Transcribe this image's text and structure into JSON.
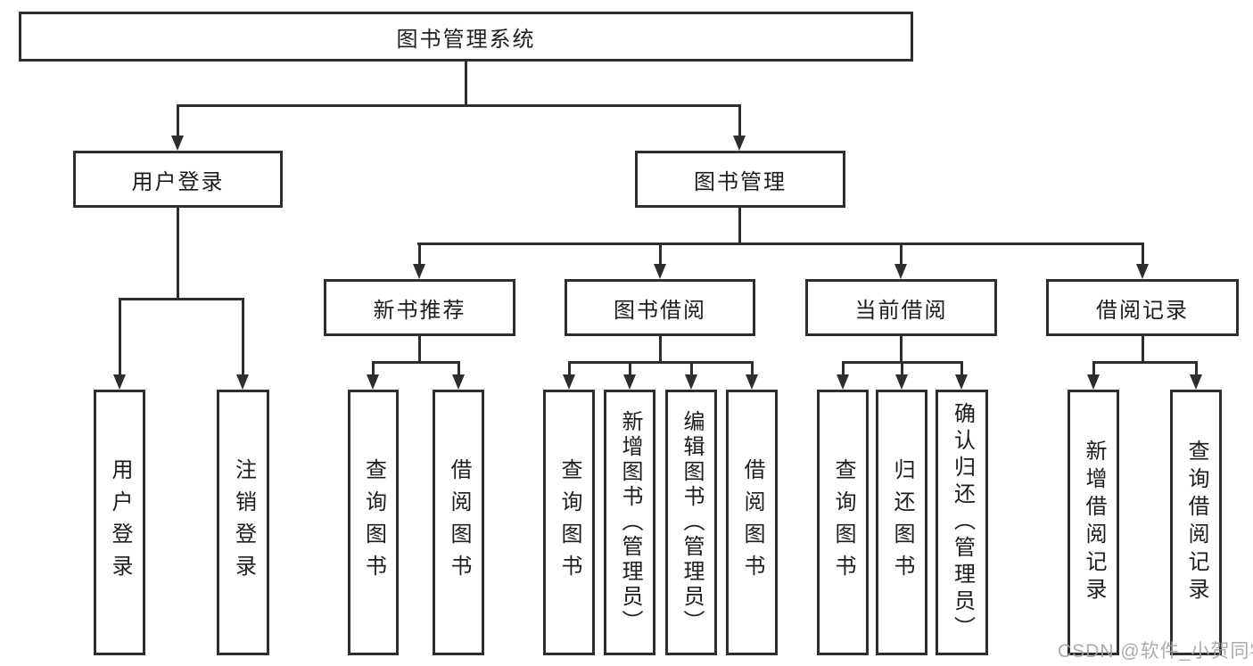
{
  "diagram": {
    "root": {
      "label": "图书管理系统"
    },
    "level2": [
      {
        "label": "用户登录",
        "children": [
          {
            "label": "用户登录"
          },
          {
            "label": "注销登录"
          }
        ]
      },
      {
        "label": "图书管理",
        "children": [
          {
            "label": "新书推荐",
            "children": [
              {
                "label": "查询图书"
              },
              {
                "label": "借阅图书"
              }
            ]
          },
          {
            "label": "图书借阅",
            "children": [
              {
                "label": "查询图书"
              },
              {
                "label": "新增图书（管理员）"
              },
              {
                "label": "编辑图书（管理员）"
              },
              {
                "label": "借阅图书"
              }
            ]
          },
          {
            "label": "当前借阅",
            "children": [
              {
                "label": "查询图书"
              },
              {
                "label": "归还图书"
              },
              {
                "label": "确认归还（管理员）"
              }
            ]
          },
          {
            "label": "借阅记录",
            "children": [
              {
                "label": "新增借阅记录"
              },
              {
                "label": "查询借阅记录"
              }
            ]
          }
        ]
      }
    ]
  },
  "watermark": {
    "text": "CSDN @软件_小贺同学"
  },
  "colors": {
    "line": "#2e2e2e",
    "text": "#1d1d1d",
    "box_background": "#ffffff",
    "page_background": "#ffffff",
    "watermark": "#a3a3a3"
  }
}
